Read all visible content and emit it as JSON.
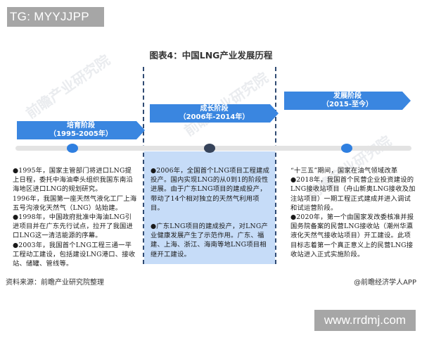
{
  "badge_top": "TG: MYYJJPP",
  "title": "图表4：中国LNG产业发展历程",
  "watermark": "前瞻产业研究院",
  "stages": [
    {
      "name": "培育阶段",
      "period": "（1995-2005年）",
      "dot_color": "#2f7fe0",
      "paragraphs": [
        "●1995年，国家主管部门将进口LNG提上日程，委托中海油牵头组织我国东南沿海地区进口LNG的规划研究。",
        "1996年，我国第一座天然气液化工厂上海五号沟液化天然气（LNG）站始建。",
        "●1998年，中国政府批准中海油LNG引进项目并在广东先行试点，拉开了我国进口LNG这一清洁能源的序幕。",
        "●2003年，我国首个LNG工程三通一平工程动工建设，包括建设LNG港口、接收站、储罐、管线等。"
      ]
    },
    {
      "name": "成长阶段",
      "period": "（2006年-2014年）",
      "dot_color": "#36435a",
      "paragraphs": [
        "●2006年，全国首个LNG项目工程建成投产。国内实现LNG的从0到1的阶段性进展。由于广东LNG项目的建成投产，带动了14个相对独立的天然气利用项目。",
        "●广东LNG项目的建成投产，对LNG产业健康发展产生了示范作用。广东、福建、上海、浙江、海南等地LNG项目相继开工建设。"
      ]
    },
    {
      "name": "发展阶段",
      "period": "（2015-至今）",
      "dot_color": "#2f7fe0",
      "paragraphs": [
        "“十三五”期间，国家在油气领域改革",
        "●2018年，我国首个民营企业投资建设的LNG接收站项目（舟山新奥LNG接收及加注站项目）一期工程正式建成并进入调试和试运营阶段。",
        "●2020年，第一个由国家发改委核准并报国务院备案的民营LNG接收站（潮州华瀛液化天然气接收站项目）开工建设。此项目标志着第一个真正意义上的民营LNG接收站进入正式实施阶段。"
      ]
    }
  ],
  "source": "资料来源：前瞻产业研究院整理",
  "credit": "@前瞻经济学人APP",
  "badge_bottom": "www.rrdmj.com",
  "colors": {
    "arrow": "#3a86e0",
    "highlight_fill": "#c6dcf8",
    "dashed_border": "#2f4a72",
    "timeline": "#e3e3e3",
    "badge": "#a6a6a6"
  }
}
